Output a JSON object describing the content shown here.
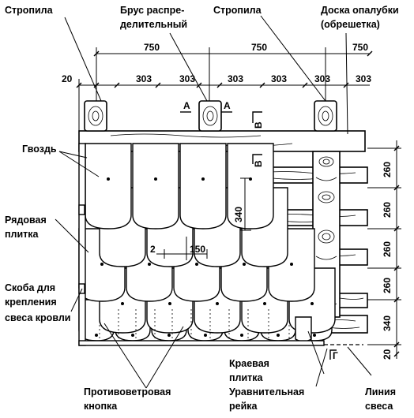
{
  "labels": {
    "rafters_left": "Стропила",
    "beam_line1": "Брус распре-",
    "beam_line2": "делительный",
    "rafters_right": "Стропила",
    "board_line1": "Доска опалубки",
    "board_line2": "(обрешетка)",
    "nail": "Гвоздь",
    "row_tile_line1": "Рядовая",
    "row_tile_line2": "плитка",
    "bracket_line1": "Скоба для",
    "bracket_line2": "крепления",
    "bracket_line3": "свеса кровли",
    "edge_tile_line1": "Краевая",
    "edge_tile_line2": "плитка",
    "leveling_line1": "Уравнительная",
    "leveling_line2": "рейка",
    "wind_line1": "Противоветровая",
    "wind_line2": "кнопка",
    "eave_line1": "Линия",
    "eave_line2": "свеса"
  },
  "dimensions": {
    "rafter_spacing": [
      "750",
      "750",
      "750"
    ],
    "offset_left": "20",
    "tile_spacing": [
      "303",
      "303",
      "303",
      "303",
      "303",
      "303"
    ],
    "batten_spacing": [
      "260",
      "260",
      "260",
      "260"
    ],
    "bottom_spacing": "340",
    "bottom_offset": "20",
    "tile_overlap": "340",
    "gap": "2",
    "tile_width": "150"
  },
  "section_marks": {
    "a": "А",
    "b": "В",
    "g": "Г"
  }
}
